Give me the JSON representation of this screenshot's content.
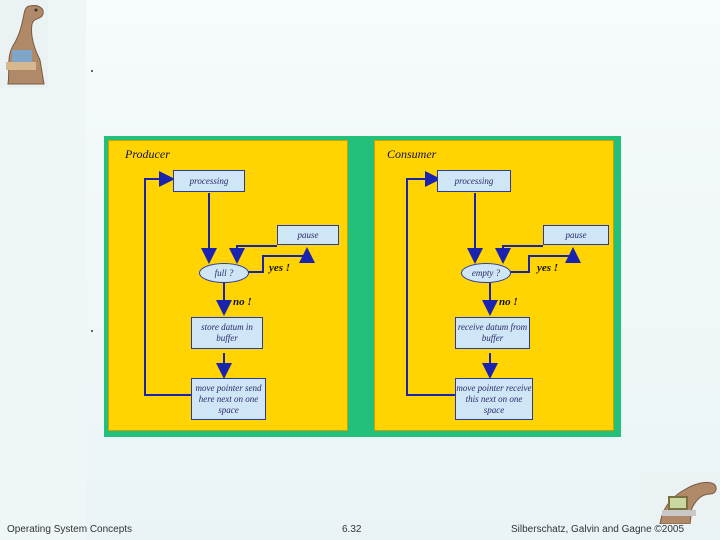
{
  "producer": {
    "title": "Producer",
    "processing": "processing",
    "pause": "pause",
    "condition": "full ?",
    "yes": "yes !",
    "no": "no !",
    "step1": "store datum in buffer",
    "step2": "move pointer send here next on one space"
  },
  "consumer": {
    "title": "Consumer",
    "processing": "processing",
    "pause": "pause",
    "condition": "empty ?",
    "yes": "yes !",
    "no": "no !",
    "step1": "receive datum from buffer",
    "step2": "move pointer receive this next on one space"
  },
  "footer": {
    "left": "Operating System Concepts",
    "center": "6.32",
    "right": "Silberschatz, Galvin and Gagne ©2005"
  },
  "colors": {
    "diagram_bg": "#22c07a",
    "panel": "#ffd400",
    "box_fill": "#cfe6f6",
    "wire": "#1a23b0"
  }
}
